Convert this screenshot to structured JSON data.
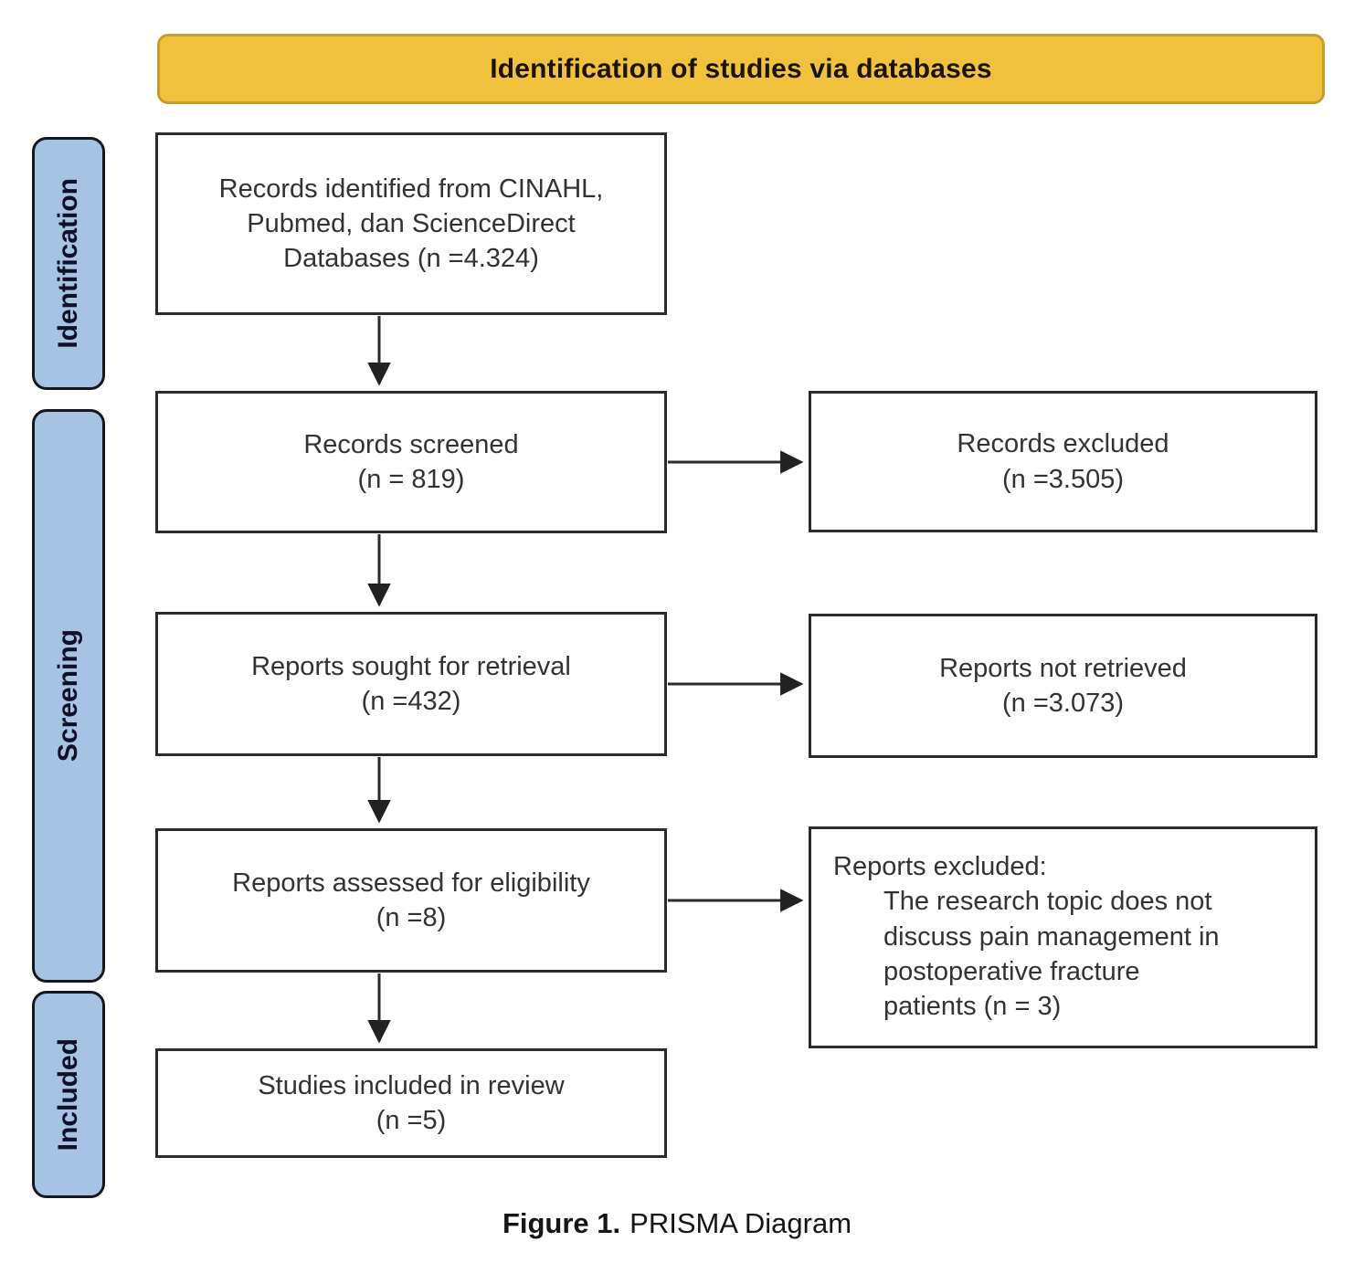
{
  "banner": {
    "title": "Identification of studies via databases"
  },
  "sidebar": {
    "identification": "Identification",
    "screening": "Screening",
    "included": "Included"
  },
  "boxes": {
    "records_identified": "Records identified from CINAHL,\nPubmed, dan ScienceDirect\nDatabases (n =4.324)",
    "records_screened": "Records screened\n(n = 819)",
    "records_excluded": "Records excluded\n(n =3.505)",
    "reports_sought": "Reports sought for retrieval\n(n =432)",
    "reports_not_retrieved": "Reports not retrieved\n(n =3.073)",
    "reports_assessed": "Reports assessed for eligibility\n(n =8)",
    "reports_excluded_title": "Reports excluded:",
    "reports_excluded_detail": "The research topic does not\ndiscuss pain management in\npostoperative fracture\npatients (n = 3)",
    "studies_included": "Studies included in review\n(n =5)"
  },
  "caption": {
    "label": "Figure 1.",
    "text": "PRISMA Diagram"
  },
  "colors": {
    "banner_fill": "#efc13c",
    "banner_border": "#c79e2c",
    "stage_fill": "#a6c3e4",
    "stage_border": "#16161f",
    "box_border": "#2b2b2b",
    "arrow": "#2b2b2b"
  }
}
